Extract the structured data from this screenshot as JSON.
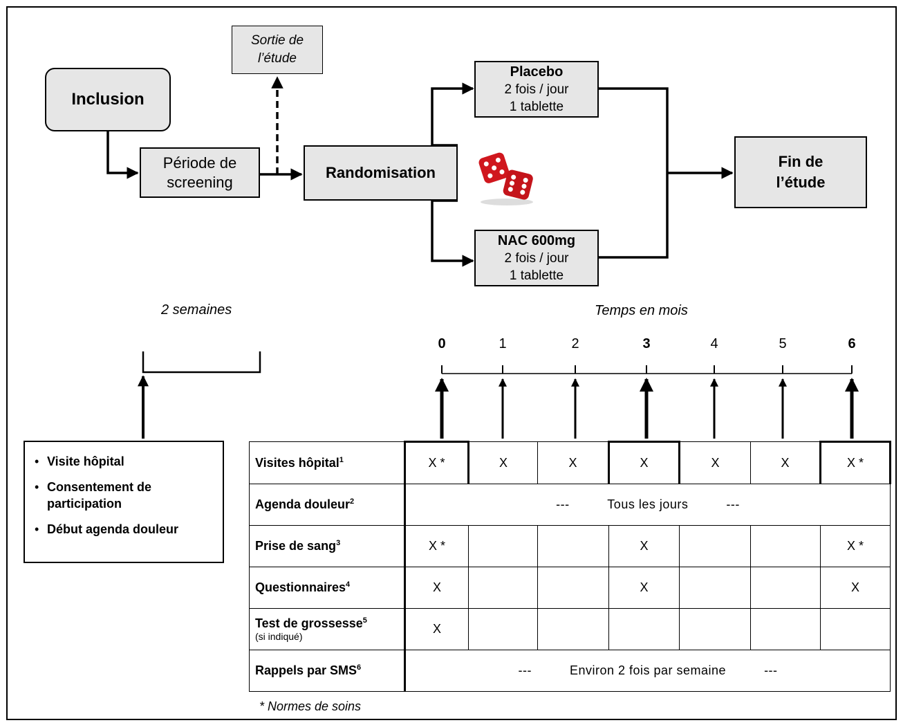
{
  "flow": {
    "inclusion": "Inclusion",
    "screening": [
      "Période de",
      "screening"
    ],
    "sortie": [
      "Sortie de",
      "l’étude"
    ],
    "randomisation": "Randomisation",
    "placebo": {
      "title": "Placebo",
      "line1": "2 fois / jour",
      "line2": "1 tablette"
    },
    "nac": {
      "title": "NAC 600mg",
      "line1": "2 fois / jour",
      "line2": "1 tablette"
    },
    "fin": [
      "Fin de",
      "l’étude"
    ],
    "dice_icon": "dice-icon"
  },
  "timeline": {
    "screening_label": "2 semaines",
    "axis_label": "Temps en mois",
    "months": [
      "0",
      "1",
      "2",
      "3",
      "4",
      "5",
      "6"
    ]
  },
  "info_box": {
    "items": [
      "Visite hôpital",
      "Consentement de participation",
      "Début agenda douleur"
    ]
  },
  "schedule": {
    "rows": [
      {
        "label": "Visites hôpital",
        "sup": "1",
        "cells": [
          "X *",
          "X",
          "X",
          "X",
          "X",
          "X",
          "X *"
        ]
      },
      {
        "label": "Agenda douleur",
        "sup": "2",
        "span": "---          Tous les jours          ---"
      },
      {
        "label": "Prise de sang",
        "sup": "3",
        "cells": [
          "X *",
          "",
          "",
          "X",
          "",
          "",
          "X *"
        ]
      },
      {
        "label": "Questionnaires",
        "sup": "4",
        "cells": [
          "X",
          "",
          "",
          "X",
          "",
          "",
          "X"
        ]
      },
      {
        "label": "Test de grossesse",
        "sup": "5",
        "note": "(si indiqué)",
        "cells": [
          "X",
          "",
          "",
          "",
          "",
          "",
          ""
        ]
      },
      {
        "label": "Rappels par SMS",
        "sup": "6",
        "span": "---          Environ 2 fois par semaine          ---"
      }
    ]
  },
  "footnote": "* Normes de soins"
}
